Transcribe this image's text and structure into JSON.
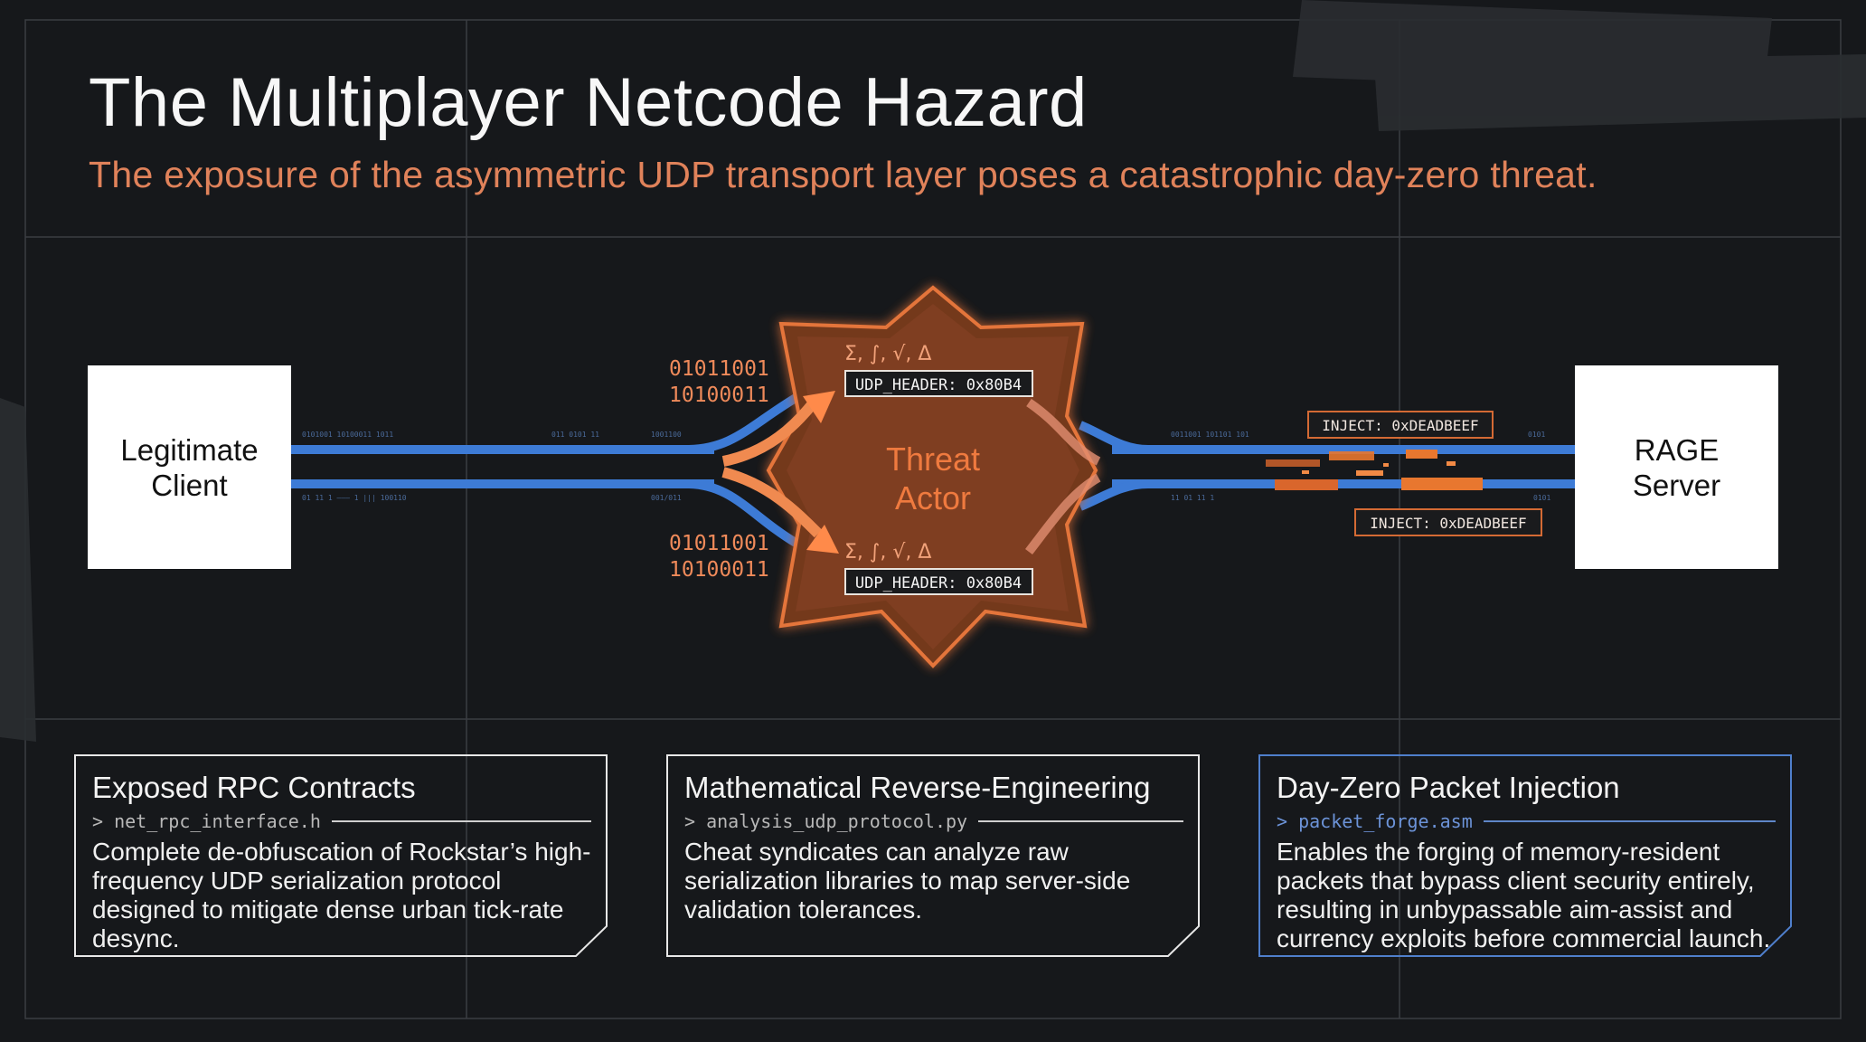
{
  "title": "The Multiplayer Netcode Hazard",
  "subtitle": "The exposure of the asymmetric UDP transport layer poses a catastrophic day-zero threat.",
  "diagram": {
    "client_label": "Legitimate\nClient",
    "server_label": "RAGE\nServer",
    "threat_label_line1": "Threat",
    "threat_label_line2": "Actor",
    "binary_top_1": "01011001",
    "binary_top_2": "10100011",
    "binary_bottom_1": "01011001",
    "binary_bottom_2": "10100011",
    "math_symbols": "Σ, ∫, √, Δ",
    "udp_header": "UDP_HEADER: 0x80B4",
    "inject_label": "INJECT: 0xDEADBEEF",
    "colors": {
      "stream_blue": "#3f7fd9",
      "threat_orange": "#e0672c",
      "threat_fill": "#7a3a1f",
      "card_border": "#e8e8e8",
      "card_highlight_border": "#4f7fcc"
    }
  },
  "cards": [
    {
      "title": "Exposed RPC Contracts",
      "file": "> net_rpc_interface.h",
      "body": "Complete de-obfuscation of Rockstar’s high-frequency UDP serialization protocol designed to mitigate dense urban tick-rate desync."
    },
    {
      "title": "Mathematical Reverse-Engineering",
      "file": "> analysis_udp_protocol.py",
      "body": "Cheat syndicates can analyze raw serialization libraries to map server-side validation tolerances."
    },
    {
      "title": "Day-Zero Packet Injection",
      "file": "> packet_forge.asm",
      "body": "Enables the forging of memory-resident packets that bypass client security entirely, resulting in unbypassable aim-assist and currency exploits before commercial launch."
    }
  ]
}
